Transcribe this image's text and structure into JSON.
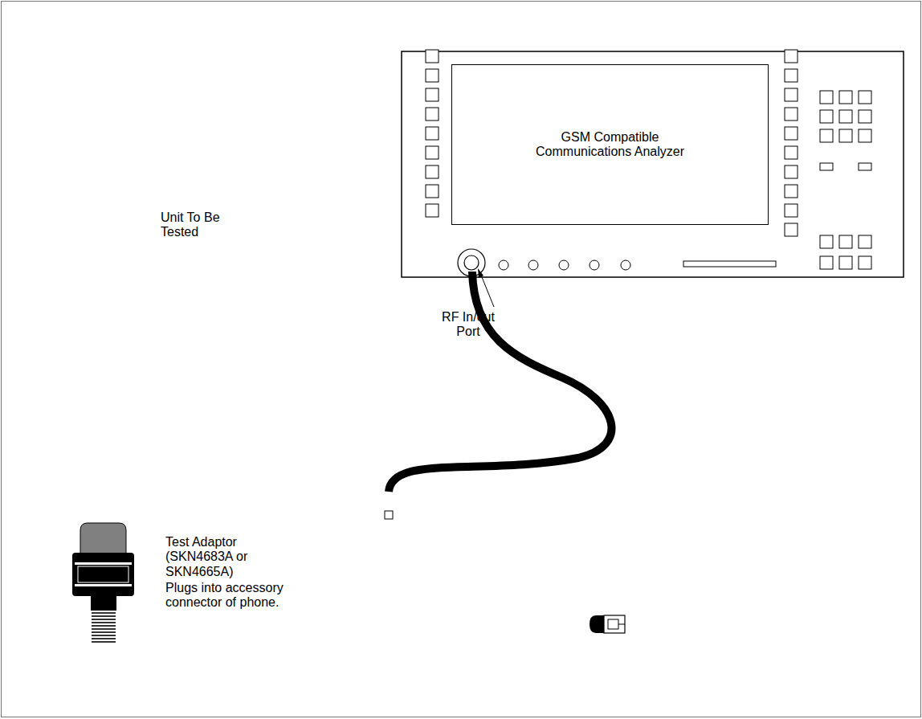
{
  "diagram": {
    "nodes": [
      {
        "text": [
          "GSM Compatible Communications Analyzer"
        ]
      }
    ],
    "labels": [
      "Unit To Be Tested",
      "RF In/out Port",
      "Test Adaptor (SKN4683A or SKN4665A)",
      "Plugs into accessory connector of phone."
    ]
  }
}
